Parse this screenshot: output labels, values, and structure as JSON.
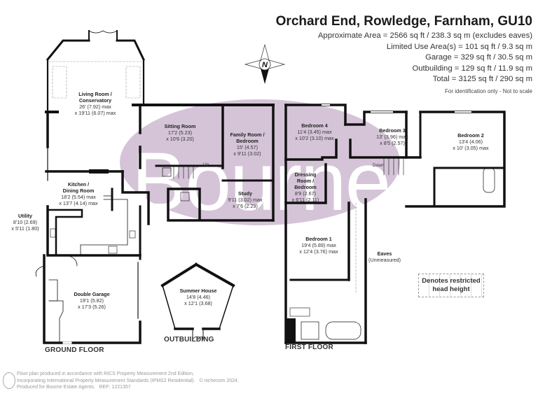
{
  "header": {
    "title": "Orchard End, Rowledge, Farnham, GU10",
    "areas": [
      "Approximate Area = 2566 sq ft / 238.3 sq m (excludes eaves)",
      "Limited Use Area(s) = 101 sq ft / 9.3 sq m",
      "Garage = 329 sq ft / 30.5 sq m",
      "Outbuilding = 129 sq ft / 11.9 sq m",
      "Total = 3125 sq ft / 290 sq m"
    ],
    "note": "For identification only - Not to scale"
  },
  "compass": {
    "label": "N",
    "icon": "north-compass-icon"
  },
  "watermark": {
    "text": "Bourne",
    "color": "#c9b3cc"
  },
  "ground_floor": {
    "label": "GROUND FLOOR",
    "rooms": [
      {
        "name": "Living Room /",
        "name2": "Conservatory",
        "dim1": "26' (7.92) max",
        "dim2": "x 19'11 (6.07) max"
      },
      {
        "name": "Sitting Room",
        "name2": "",
        "dim1": "17'2 (5.23)",
        "dim2": "x 10'6 (3.20)"
      },
      {
        "name": "Family Room /",
        "name2": "Bedroom",
        "dim1": "15' (4.57)",
        "dim2": "x 9'11 (3.02)"
      },
      {
        "name": "Kitchen /",
        "name2": "Dining Room",
        "dim1": "18'2 (5.54) max",
        "dim2": "x 13'7 (4.14) max"
      },
      {
        "name": "Utility",
        "name2": "",
        "dim1": "8'10 (2.69)",
        "dim2": "x 5'11 (1.80)"
      },
      {
        "name": "Study",
        "name2": "",
        "dim1": "9'11 (3.02) max",
        "dim2": "x 7'6 (2.29)"
      },
      {
        "name": "Double Garage",
        "name2": "",
        "dim1": "19'1 (5.82)",
        "dim2": "x 17'3 (5.26)"
      }
    ],
    "stairs_label": "Up"
  },
  "outbuilding": {
    "label": "OUTBUILDING",
    "room": {
      "name": "Summer House",
      "dim1": "14'8 (4.46)",
      "dim2": "x 12'1 (3.68)"
    }
  },
  "first_floor": {
    "label": "FIRST FLOOR",
    "rooms": [
      {
        "name": "Bedroom 4",
        "name2": "",
        "name3": "",
        "dim1": "11'4 (3.45) max",
        "dim2": "x 10'2 (3.10) max"
      },
      {
        "name": "Bedroom 3",
        "name2": "",
        "name3": "",
        "dim1": "13' (3.96) max",
        "dim2": "x 8'5 (2.57)"
      },
      {
        "name": "Bedroom 2",
        "name2": "",
        "name3": "",
        "dim1": "13'4 (4.06)",
        "dim2": "x 10' (3.05) max"
      },
      {
        "name": "Dressing",
        "name2": "Room /",
        "name3": "Bedroom",
        "dim1": "8'9 (2.67)",
        "dim2": "x 6'11 (2.11)"
      },
      {
        "name": "Bedroom 1",
        "name2": "",
        "name3": "",
        "dim1": "19'4 (5.89) max",
        "dim2": "x 12'4 (3.76) max"
      }
    ],
    "stairs_label": "Down",
    "eaves": {
      "name": "Eaves",
      "note": "(Unmeasured)"
    }
  },
  "legend": {
    "line1": "Denotes restricted",
    "line2": "head height"
  },
  "footer": {
    "line1": "Floor plan produced in accordance with RICS Property Measurement 2nd Edition,",
    "line2": "Incorporating International Property Measurement Standards (IPMS2 Residential).",
    "copyright": "© nichecom 2024.",
    "line3": "Produced for Bourne Estate Agents.",
    "ref": "REF: 1221357"
  }
}
